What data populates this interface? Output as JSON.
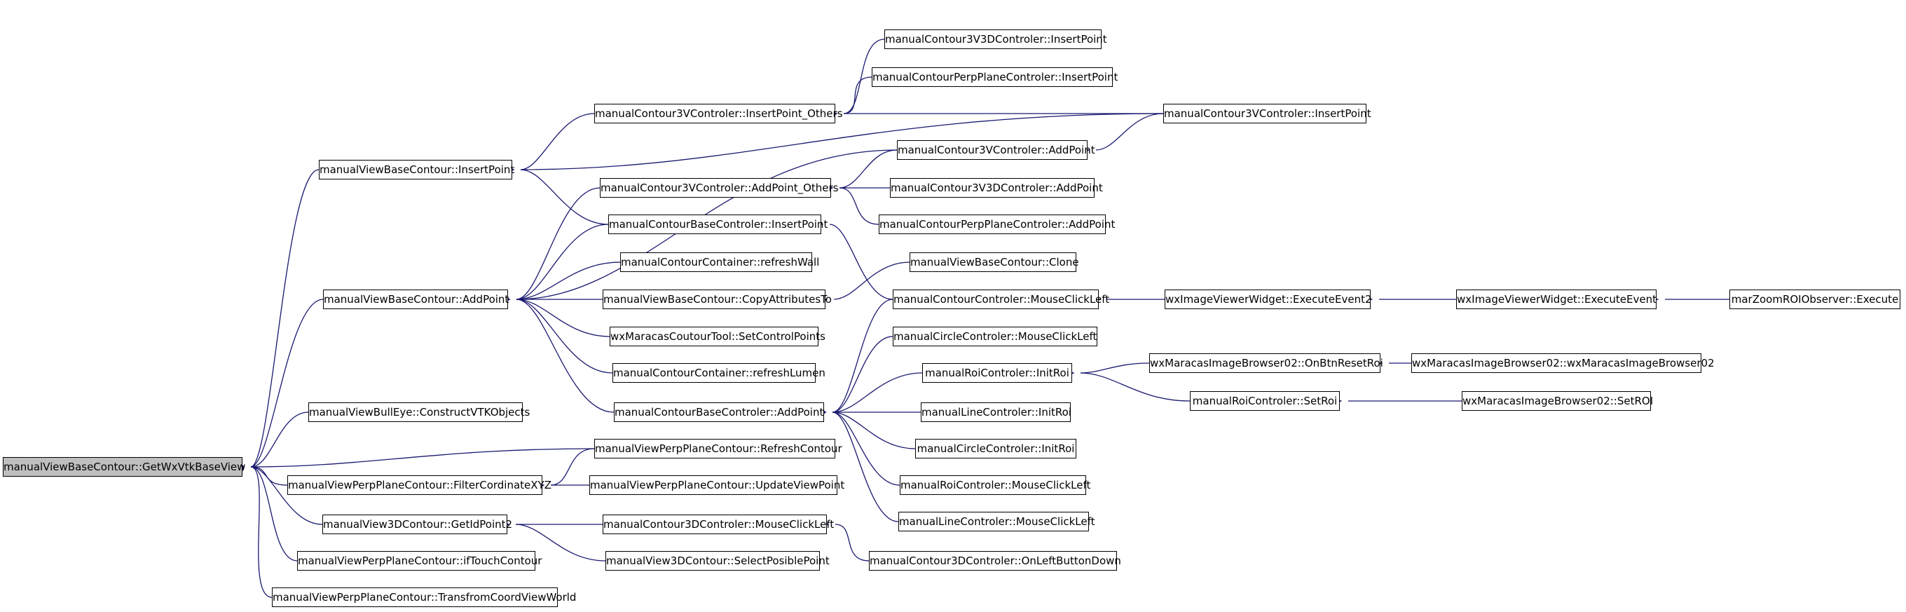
{
  "graph": {
    "type": "caller-graph",
    "nodes": [
      {
        "id": "n0",
        "label": "manualViewBaseContour::GetWxVtkBaseView",
        "focus": true
      },
      {
        "id": "n1",
        "label": "manualViewBaseContour::InsertPoint"
      },
      {
        "id": "n2",
        "label": "manualViewBaseContour::AddPoint"
      },
      {
        "id": "n3",
        "label": "manualViewBullEye::ConstructVTKObjects"
      },
      {
        "id": "n4",
        "label": "manualViewPerpPlaneContour::RefreshContour"
      },
      {
        "id": "n5",
        "label": "manualViewPerpPlaneContour::FilterCordinateXYZ"
      },
      {
        "id": "n6",
        "label": "manualView3DContour::GetIdPoint2"
      },
      {
        "id": "n7",
        "label": "manualViewPerpPlaneContour::ifTouchContour"
      },
      {
        "id": "n8",
        "label": "manualViewPerpPlaneContour::TransfromCoordViewWorld"
      },
      {
        "id": "n9",
        "label": "manualContour3VControler::InsertPoint_Others"
      },
      {
        "id": "n10",
        "label": "manualContourBaseControler::InsertPoint"
      },
      {
        "id": "n11",
        "label": "manualContour3VControler::AddPoint_Others"
      },
      {
        "id": "n12",
        "label": "manualContourContainer::refreshWall"
      },
      {
        "id": "n13",
        "label": "manualViewBaseContour::CopyAttributesTo"
      },
      {
        "id": "n14",
        "label": "wxMaracasCoutourTool::SetControlPoints"
      },
      {
        "id": "n15",
        "label": "manualContourContainer::refreshLumen"
      },
      {
        "id": "n16",
        "label": "manualContourBaseControler::AddPoint"
      },
      {
        "id": "n17",
        "label": "manualViewPerpPlaneContour::UpdateViewPoint"
      },
      {
        "id": "n18",
        "label": "manualContour3DControler::MouseClickLeft"
      },
      {
        "id": "n19",
        "label": "manualView3DContour::SelectPosiblePoint"
      },
      {
        "id": "n20",
        "label": "manualContour3V3DControler::InsertPoint"
      },
      {
        "id": "n21",
        "label": "manualContourPerpPlaneControler::InsertPoint"
      },
      {
        "id": "n22",
        "label": "manualContour3VControler::AddPoint"
      },
      {
        "id": "n23",
        "label": "manualContour3V3DControler::AddPoint"
      },
      {
        "id": "n24",
        "label": "manualContourPerpPlaneControler::AddPoint"
      },
      {
        "id": "n25",
        "label": "manualViewBaseContour::Clone"
      },
      {
        "id": "n26",
        "label": "manualContourControler::MouseClickLeft"
      },
      {
        "id": "n27",
        "label": "manualCircleControler::MouseClickLeft"
      },
      {
        "id": "n28",
        "label": "manualRoiControler::InitRoi"
      },
      {
        "id": "n29",
        "label": "manualLineControler::InitRoi"
      },
      {
        "id": "n30",
        "label": "manualCircleControler::InitRoi"
      },
      {
        "id": "n31",
        "label": "manualRoiControler::MouseClickLeft"
      },
      {
        "id": "n32",
        "label": "manualLineControler::MouseClickLeft"
      },
      {
        "id": "n33",
        "label": "manualContour3DControler::OnLeftButtonDown"
      },
      {
        "id": "n34",
        "label": "manualContour3VControler::InsertPoint"
      },
      {
        "id": "n35",
        "label": "wxImageViewerWidget::ExecuteEvent2"
      },
      {
        "id": "n36",
        "label": "wxMaracasImageBrowser02::OnBtnResetRoi"
      },
      {
        "id": "n37",
        "label": "manualRoiControler::SetRoi"
      },
      {
        "id": "n38",
        "label": "wxImageViewerWidget::ExecuteEvent"
      },
      {
        "id": "n39",
        "label": "wxMaracasImageBrowser02::wxMaracasImageBrowser02"
      },
      {
        "id": "n40",
        "label": "wxMaracasImageBrowser02::SetROI"
      },
      {
        "id": "n41",
        "label": "marZoomROIObserver::Execute"
      }
    ],
    "edges": [
      [
        "n1",
        "n0"
      ],
      [
        "n2",
        "n0"
      ],
      [
        "n3",
        "n0"
      ],
      [
        "n4",
        "n0"
      ],
      [
        "n5",
        "n0"
      ],
      [
        "n6",
        "n0"
      ],
      [
        "n7",
        "n0"
      ],
      [
        "n8",
        "n0"
      ],
      [
        "n9",
        "n1"
      ],
      [
        "n10",
        "n1"
      ],
      [
        "n34",
        "n1"
      ],
      [
        "n11",
        "n2"
      ],
      [
        "n10",
        "n2"
      ],
      [
        "n12",
        "n2"
      ],
      [
        "n13",
        "n2"
      ],
      [
        "n14",
        "n2"
      ],
      [
        "n15",
        "n2"
      ],
      [
        "n16",
        "n2"
      ],
      [
        "n22",
        "n2"
      ],
      [
        "n4",
        "n5"
      ],
      [
        "n17",
        "n5"
      ],
      [
        "n18",
        "n6"
      ],
      [
        "n19",
        "n6"
      ],
      [
        "n20",
        "n9"
      ],
      [
        "n21",
        "n9"
      ],
      [
        "n34",
        "n9"
      ],
      [
        "n26",
        "n10"
      ],
      [
        "n22",
        "n11"
      ],
      [
        "n23",
        "n11"
      ],
      [
        "n24",
        "n11"
      ],
      [
        "n25",
        "n13"
      ],
      [
        "n26",
        "n16"
      ],
      [
        "n27",
        "n16"
      ],
      [
        "n28",
        "n16"
      ],
      [
        "n29",
        "n16"
      ],
      [
        "n30",
        "n16"
      ],
      [
        "n31",
        "n16"
      ],
      [
        "n32",
        "n16"
      ],
      [
        "n33",
        "n18"
      ],
      [
        "n34",
        "n22"
      ],
      [
        "n35",
        "n26"
      ],
      [
        "n36",
        "n28"
      ],
      [
        "n37",
        "n28"
      ],
      [
        "n38",
        "n35"
      ],
      [
        "n39",
        "n36"
      ],
      [
        "n40",
        "n37"
      ],
      [
        "n41",
        "n38"
      ]
    ],
    "colors": {
      "edge": "#191970",
      "focus_fill": "#bfbfbf",
      "node_fill": "#ffffff",
      "node_border": "#000000"
    }
  }
}
